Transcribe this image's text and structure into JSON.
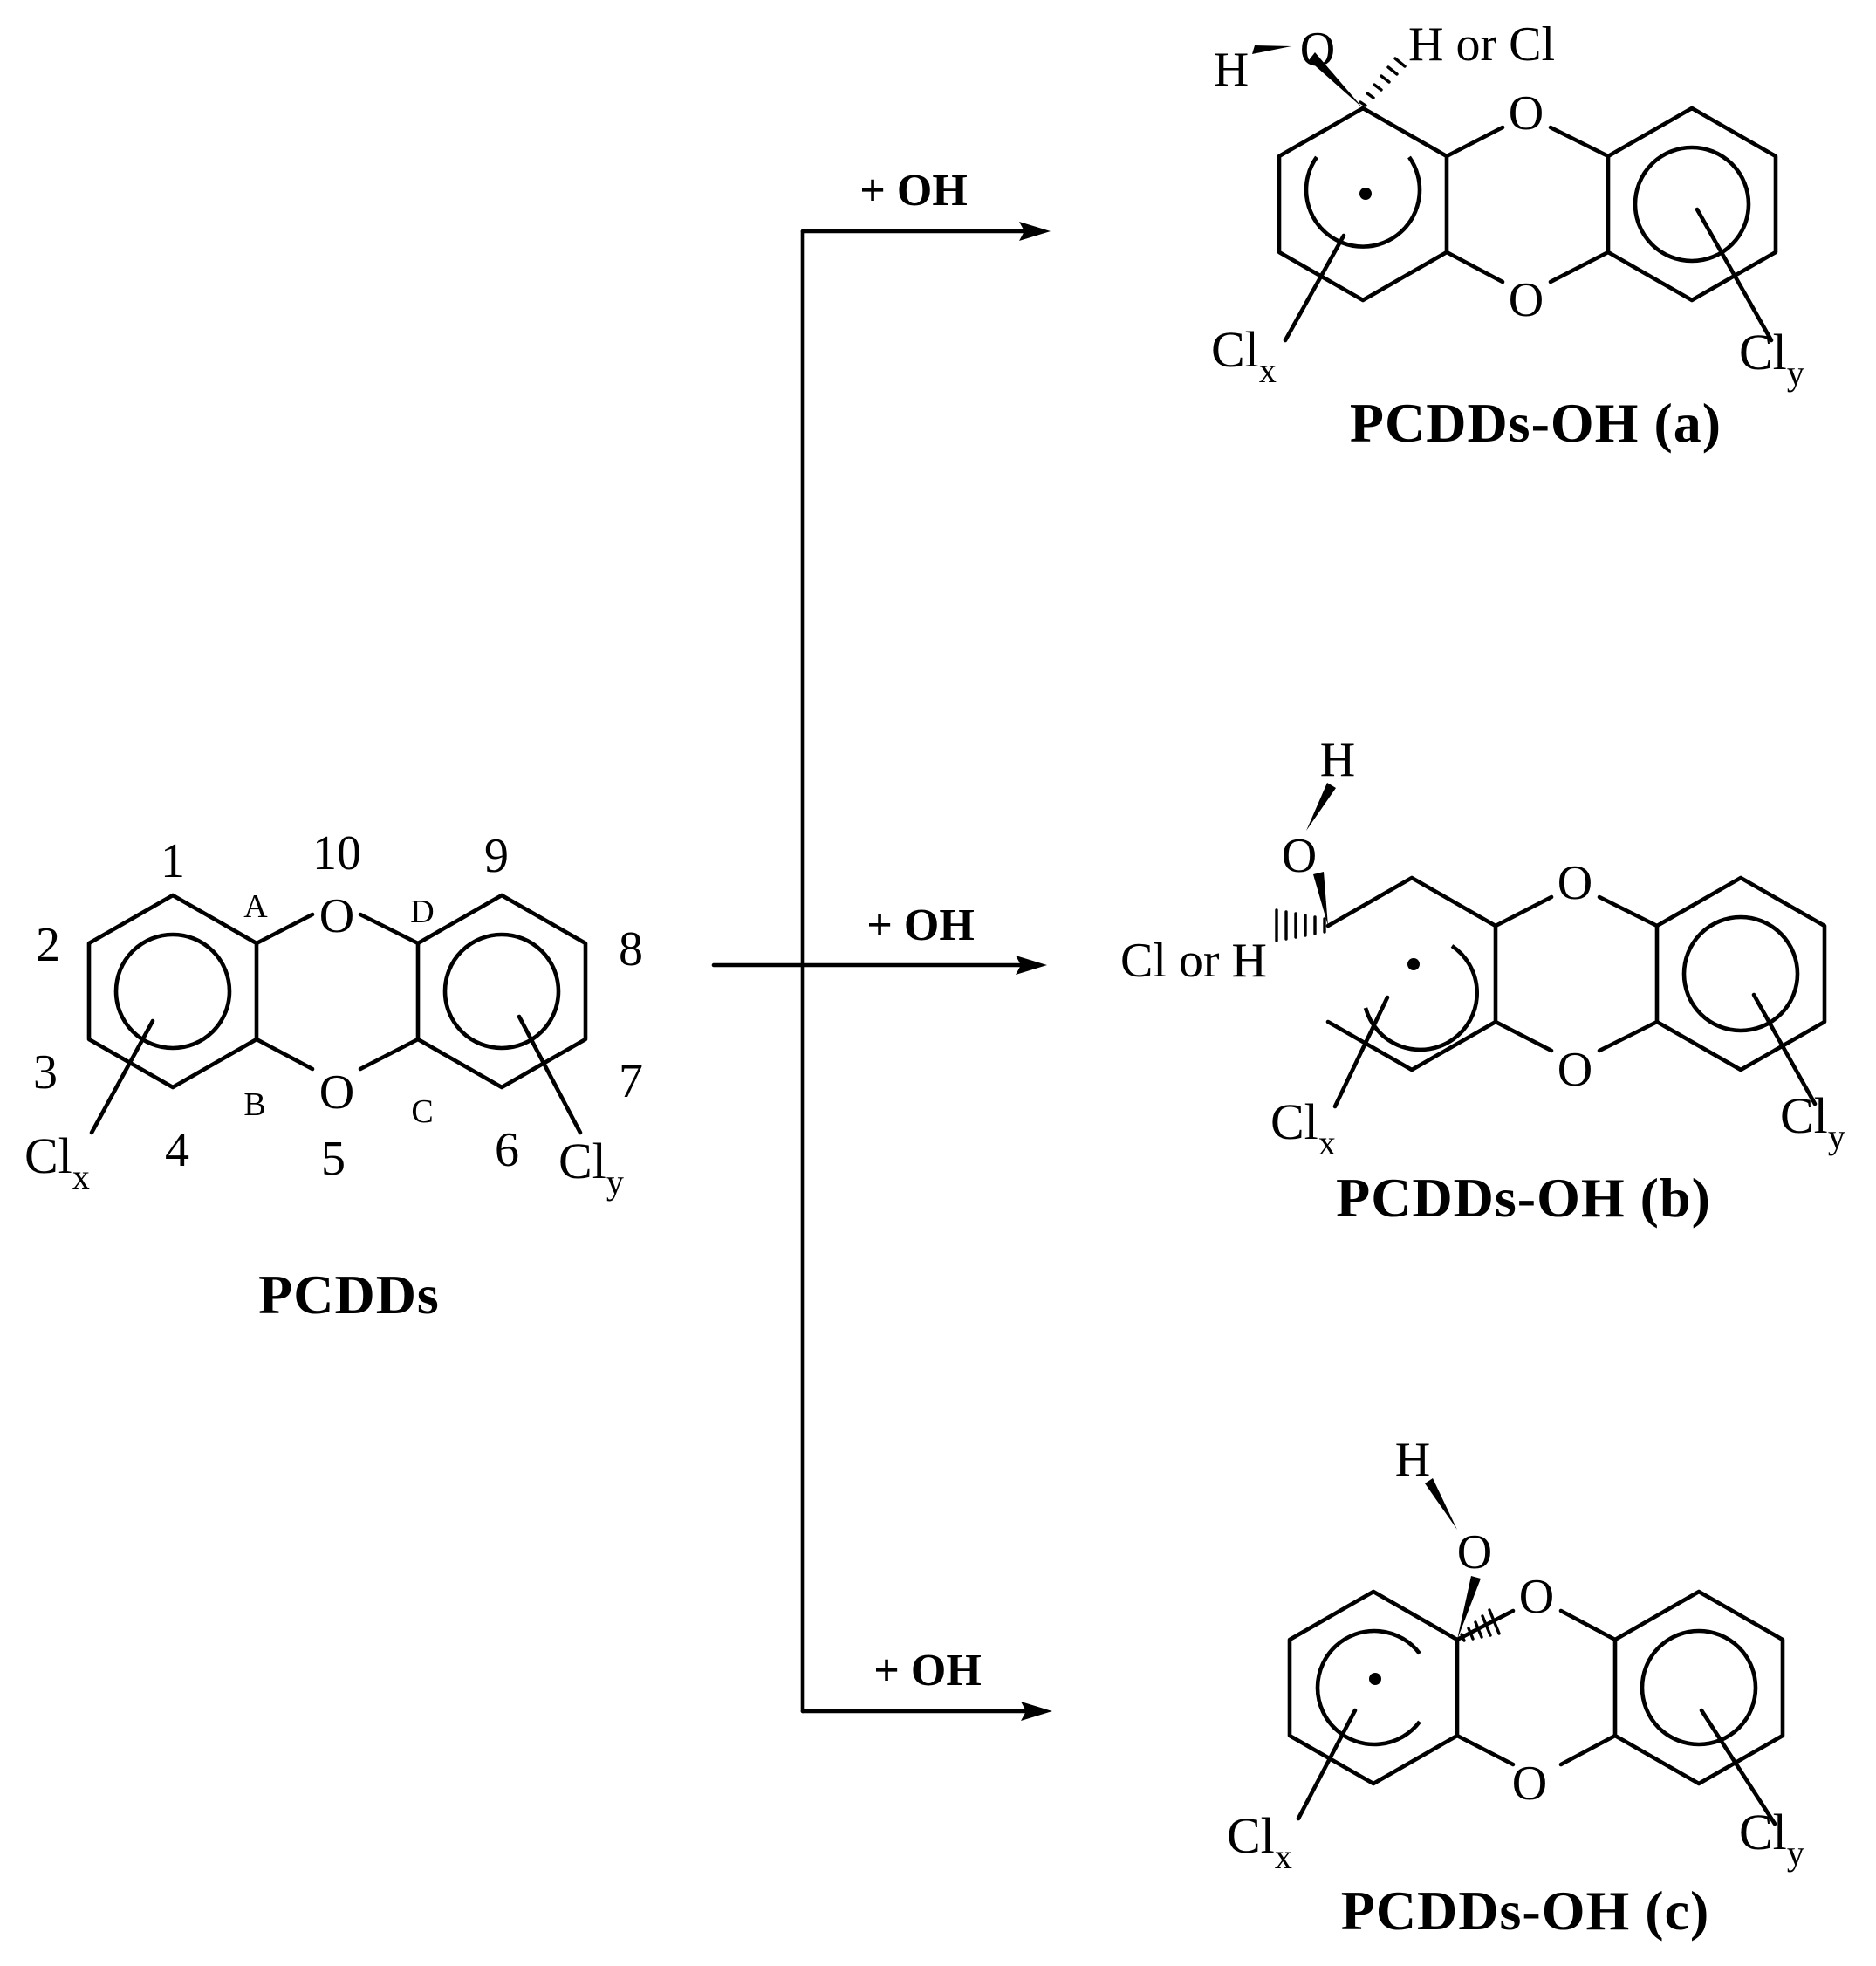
{
  "reactant": {
    "name": "PCDDs",
    "positions": [
      "1",
      "2",
      "3",
      "4",
      "5",
      "6",
      "7",
      "8",
      "9",
      "10"
    ],
    "ring_labels": [
      "A",
      "B",
      "C",
      "D"
    ],
    "oxygen": "O",
    "cl_x": {
      "base": "Cl",
      "sub": "x"
    },
    "cl_y": {
      "base": "Cl",
      "sub": "y"
    }
  },
  "reagent": "+ OH",
  "products": [
    {
      "name": "PCDDs-OH (a)",
      "h": "H",
      "o": "O",
      "substituent": "H or Cl",
      "cl_x": {
        "base": "Cl",
        "sub": "x"
      },
      "cl_y": {
        "base": "Cl",
        "sub": "y"
      }
    },
    {
      "name": "PCDDs-OH (b)",
      "h": "H",
      "o": "O",
      "substituent": "Cl or H",
      "cl_x": {
        "base": "Cl",
        "sub": "x"
      },
      "cl_y": {
        "base": "Cl",
        "sub": "y"
      }
    },
    {
      "name": "PCDDs-OH (c)",
      "h": "H",
      "o": "O",
      "cl_x": {
        "base": "Cl",
        "sub": "x"
      },
      "cl_y": {
        "base": "Cl",
        "sub": "y"
      }
    }
  ],
  "colors": {
    "ink": "#000000",
    "background": "#ffffff"
  }
}
